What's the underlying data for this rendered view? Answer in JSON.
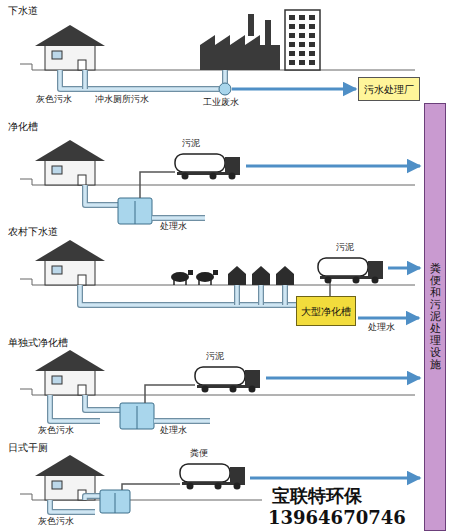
{
  "diagram": {
    "nodes": [
      {
        "text": [
          "污水处理厂"
        ]
      },
      {
        "text": [
          "粪便和污泥处理设施"
        ]
      },
      {
        "text": [
          "大型净化槽"
        ]
      }
    ],
    "labels": [
      "下水道",
      "灰色污水",
      "冲水厕所污水",
      "工业废水",
      "净化槽",
      "污泥",
      "处理水",
      "农村下水道",
      "污泥",
      "处理水",
      "单独式净化槽",
      "污泥",
      "灰色污水",
      "处理水",
      "日式干厕",
      "粪便",
      "灰色污水",
      "宝联特环保",
      "13964670746"
    ]
  }
}
